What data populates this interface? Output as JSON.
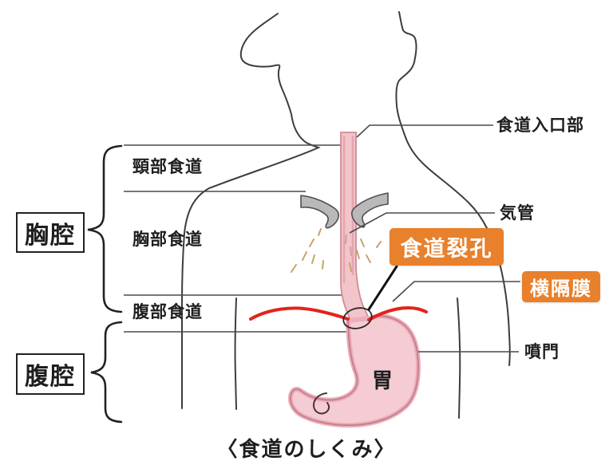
{
  "figure": {
    "caption": "〈食道のしくみ〉",
    "left_labels": {
      "cervical_esophagus": "頸部食道",
      "thoracic_esophagus": "胸部食道",
      "abdominal_esophagus": "腹部食道"
    },
    "cavity_boxes": {
      "thoracic_cavity": "胸腔",
      "abdominal_cavity": "腹腔"
    },
    "right_labels": {
      "esophagus_entrance": "食道入口部",
      "trachea": "気管",
      "cardia": "噴門"
    },
    "highlight_tags": {
      "esophageal_hiatus": "食道裂孔",
      "diaphragm": "横隔膜"
    },
    "organ_labels": {
      "stomach": "胃"
    },
    "colors": {
      "highlight_orange": "#E8802C",
      "diaphragm_red": "#E3231A",
      "esophagus_pink": "#F2C5CB",
      "esophagus_edge": "#D18B93",
      "stomach_pink": "#F5CCD3",
      "stomach_edge": "#C5818D",
      "trachea_gray": "#BAB8B9",
      "body_outline": "#3D3D3D",
      "dash_tan": "#C9A369"
    }
  }
}
